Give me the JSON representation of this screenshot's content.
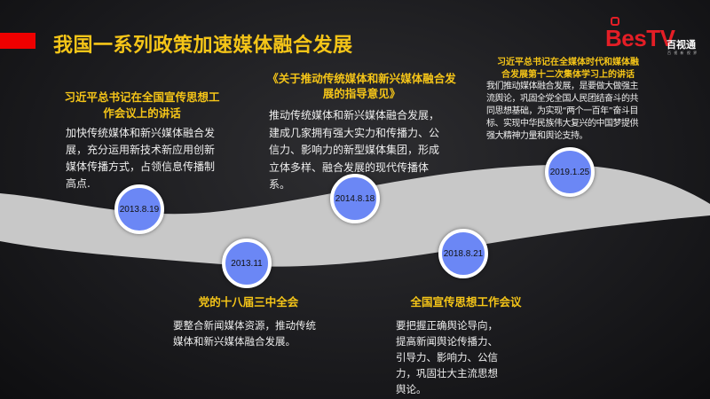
{
  "title": "我国一系列政策加速媒体融合发展",
  "logo": {
    "brand": "BesTV",
    "cn": "百视通",
    "tagline": "百 视 新 视 界"
  },
  "events": [
    {
      "date": "2013.8.19",
      "heading": "习近平总书记在全国宣传思想工作会议上的讲话",
      "body": "加快传统媒体和新兴媒体融合发展，充分运用新技术新应用创新媒体传播方式，占领信息传播制高点."
    },
    {
      "date": "2013.11",
      "heading": "党的十八届三中全会",
      "body": "要整合新闻媒体资源，推动传统媒体和新兴媒体融合发展。"
    },
    {
      "date": "2014.8.18",
      "heading": "《关于推动传统媒体和新兴媒体融合发展的指导意见》",
      "body": "推动传统媒体和新兴媒体融合发展，建成几家拥有强大实力和传播力、公信力、影响力的新型媒体集团，形成立体多样、融合发展的现代传播体系。"
    },
    {
      "date": "2018.8.21",
      "heading": "全国宣传思想工作会议",
      "body": "要把握正确舆论导向，提高新闻舆论传播力、引导力、影响力、公信力，巩固壮大主流思想舆论。"
    },
    {
      "date": "2019.1.25",
      "heading": "习近平总书记在全媒体时代和媒体融合发展第十二次集体学习上的讲话",
      "body": "我们推动媒体融合发展，是要做大做强主流舆论，巩固全党全国人民团结奋斗的共同思想基础，为实现“两个一百年”奋斗目标、实现中华民族伟大复兴的中国梦提供强大精神力量和舆论支持。"
    }
  ]
}
